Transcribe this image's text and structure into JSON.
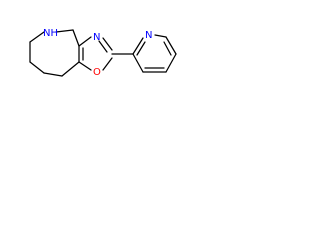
{
  "molecule": {
    "atoms": {
      "nh": "NH",
      "n_oxazole": "N",
      "o_oxazole": "O",
      "n_pyridine": "N"
    },
    "colors": {
      "bond": "#000000",
      "nitrogen": "#0000ff",
      "oxygen": "#ff0000",
      "background": "#ffffff"
    }
  }
}
